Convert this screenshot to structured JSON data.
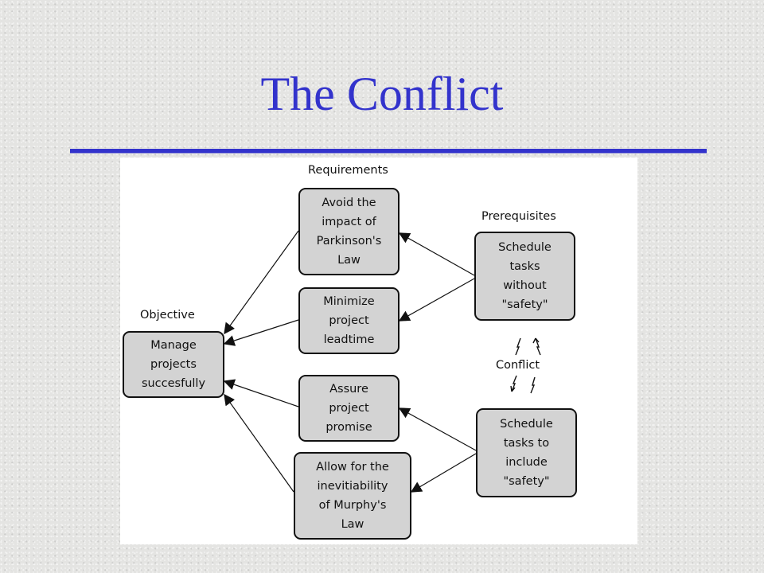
{
  "slide": {
    "title": "The Conflict"
  },
  "diagram": {
    "labels": {
      "requirements": "Requirements",
      "prerequisites": "Prerequisites",
      "objective": "Objective",
      "conflict": "Conflict"
    },
    "boxes": {
      "objective": "Manage\nprojects\nsuccesfully",
      "req_parkinson": "Avoid the\nimpact of\nParkinson's\nLaw",
      "req_leadtime": "Minimize\nproject\nleadtime",
      "req_promise": "Assure\nproject\npromise",
      "req_murphy": "Allow for the\ninevitiability\nof Murphy's\nLaw",
      "prereq_without_safety": "Schedule\ntasks\nwithout\n\"safety\"",
      "prereq_include_safety": "Schedule\ntasks to\ninclude\n\"safety\""
    }
  },
  "colors": {
    "title": "#3333cc",
    "box_fill": "#d3d3d3",
    "box_border": "#111111",
    "diagram_bg": "#ffffff"
  }
}
